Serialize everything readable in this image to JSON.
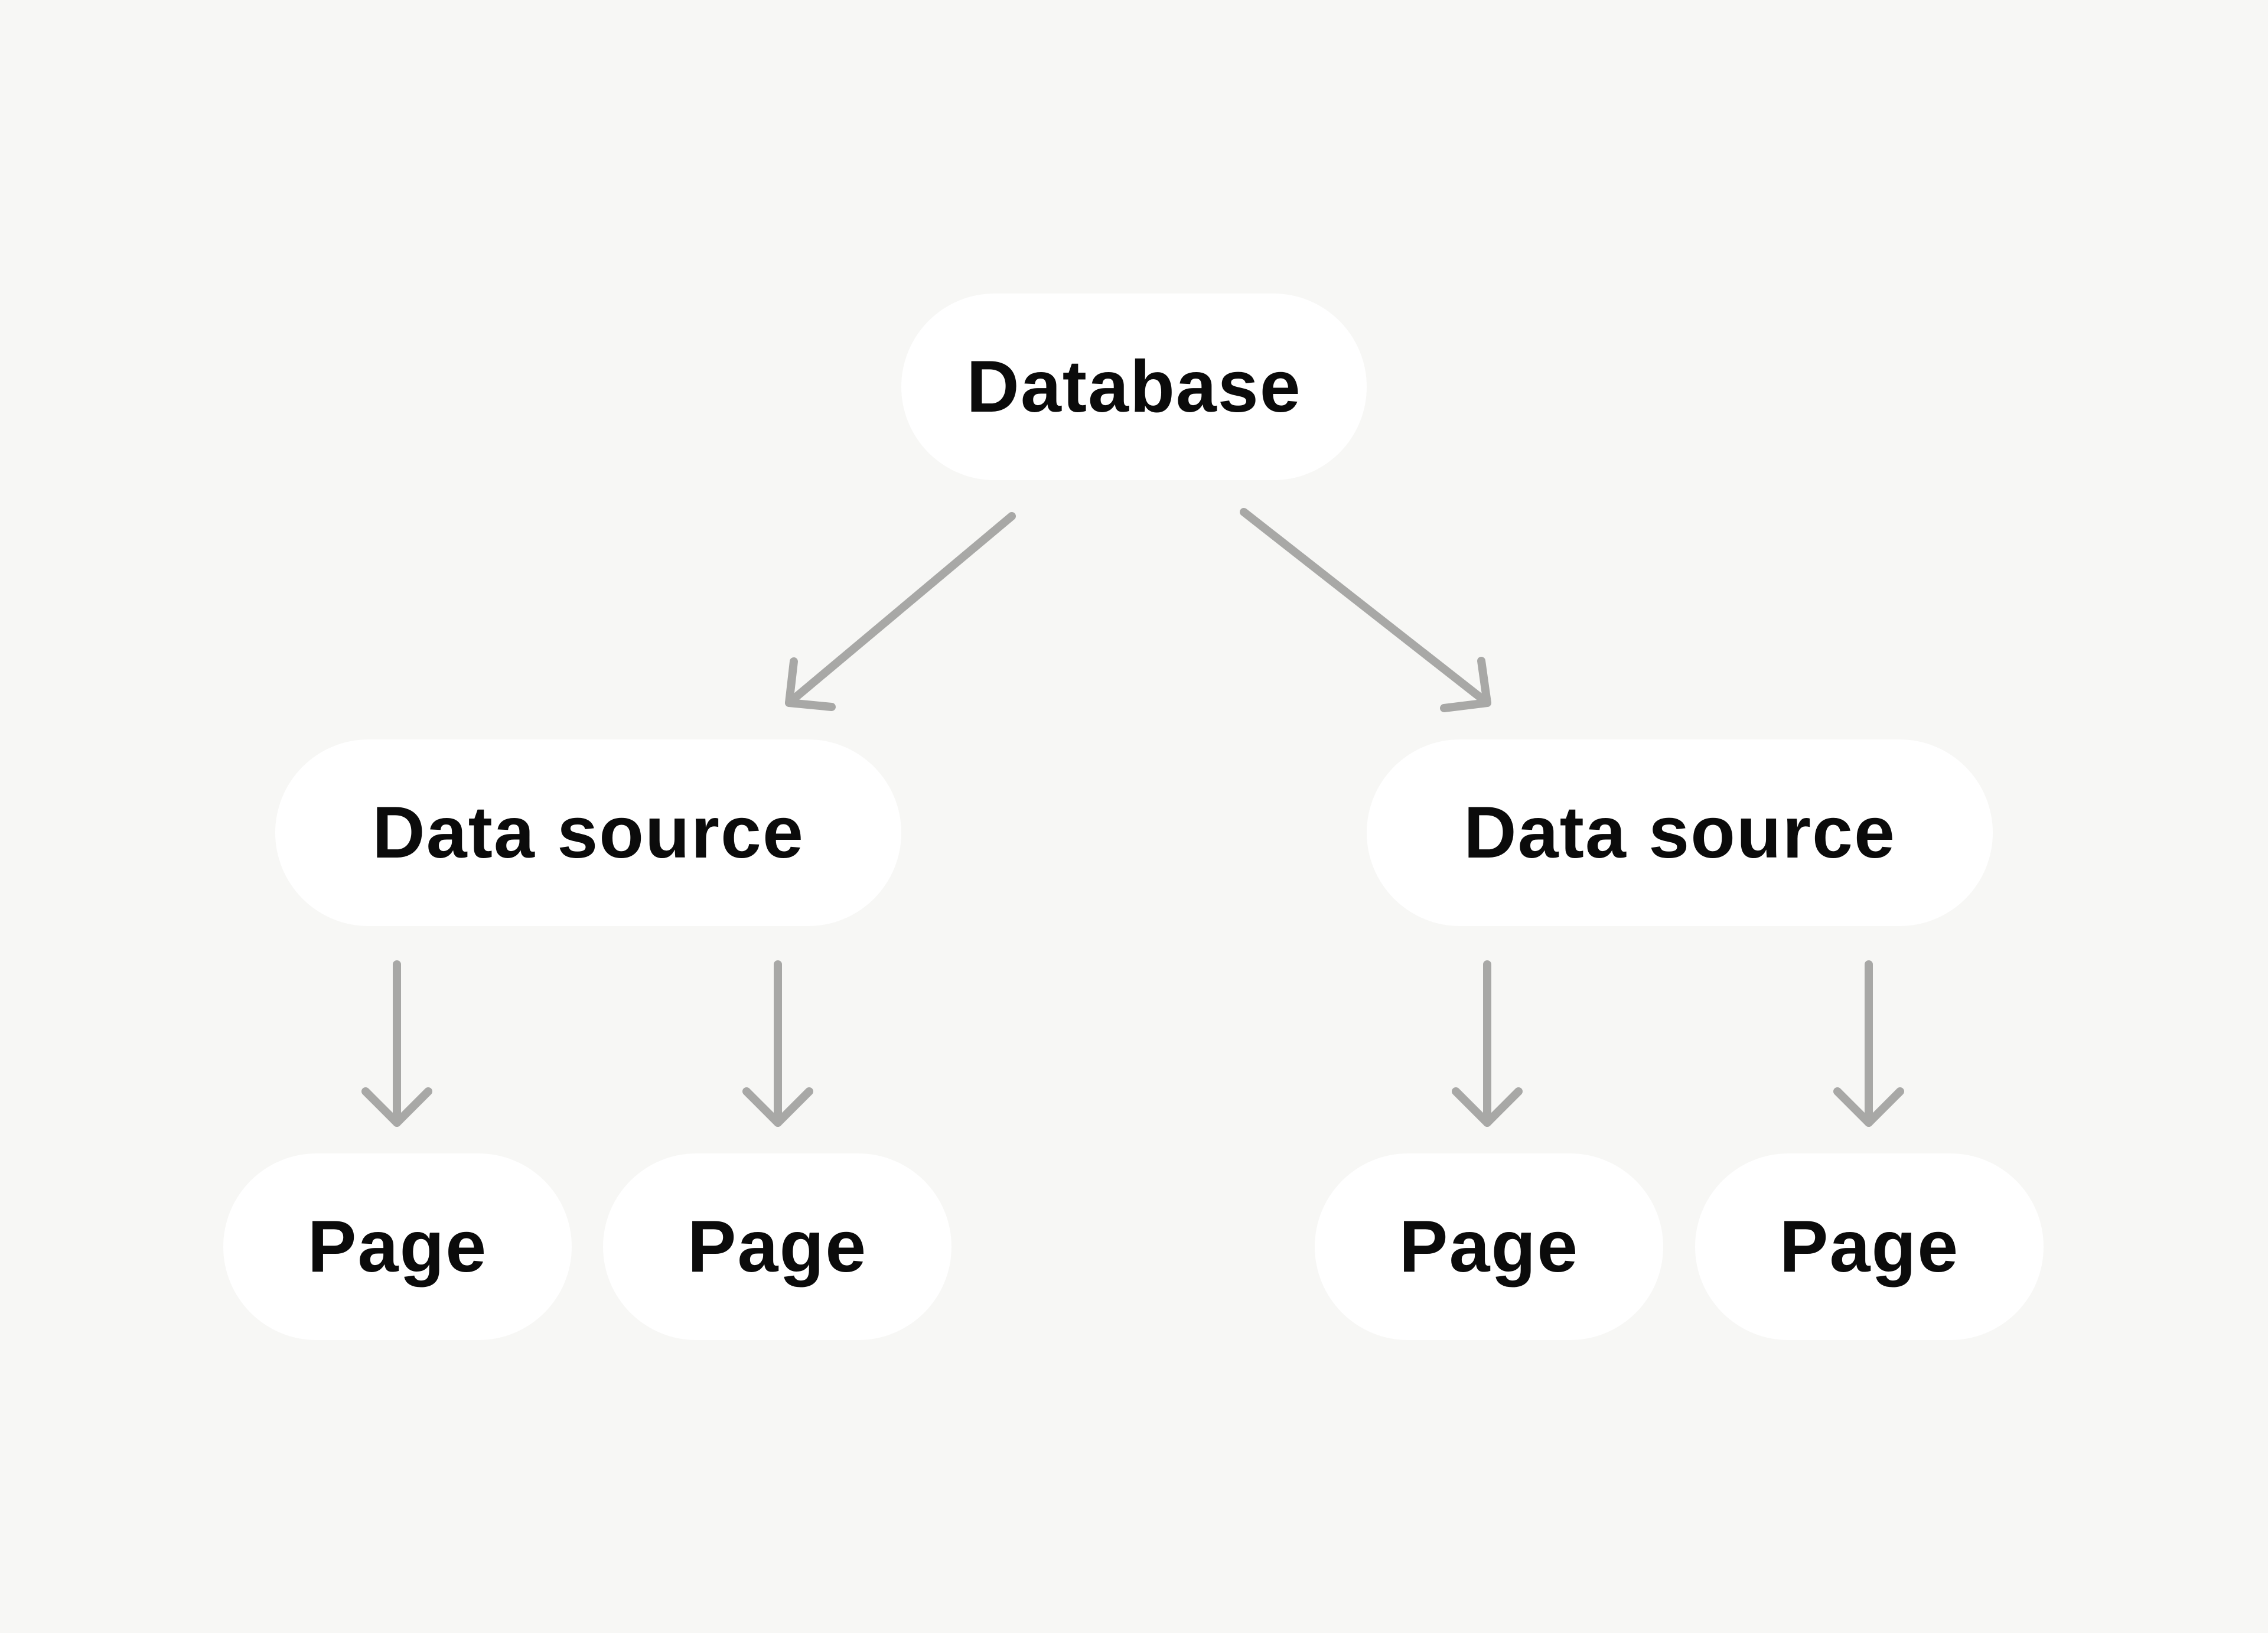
{
  "diagram": {
    "type": "hierarchy",
    "root": {
      "label": "Database"
    },
    "children": [
      {
        "label": "Data source",
        "children": [
          {
            "label": "Page"
          },
          {
            "label": "Page"
          }
        ]
      },
      {
        "label": "Data source",
        "children": [
          {
            "label": "Page"
          },
          {
            "label": "Page"
          }
        ]
      }
    ]
  },
  "colors": {
    "background": "#f7f7f5",
    "node_fill": "#ffffff",
    "node_text": "#0b0b0b",
    "arrow": "#a8a8a6"
  }
}
